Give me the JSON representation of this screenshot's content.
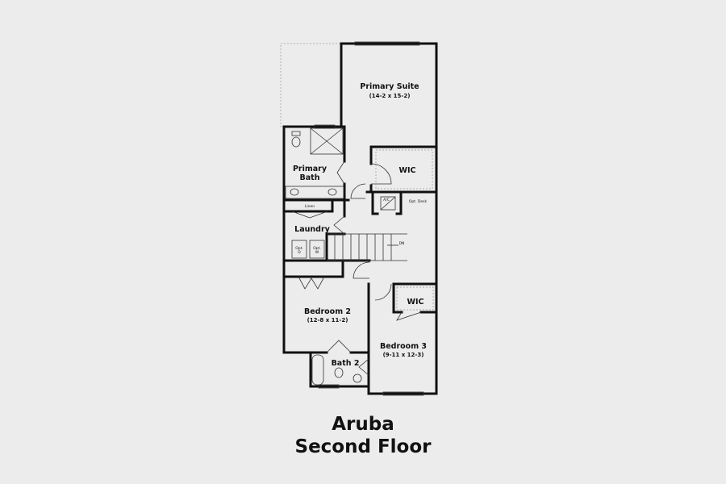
{
  "plan": {
    "rooms": {
      "primary_suite": {
        "name": "Primary Suite",
        "dims": "(14-2 x 15-2)"
      },
      "wic_primary": {
        "name": "WIC"
      },
      "primary_bath": {
        "line1": "Primary",
        "line2": "Bath"
      },
      "linen": {
        "name": "Linen"
      },
      "laundry": {
        "name": "Laundry"
      },
      "opt_dryer": {
        "line1": "Opt.",
        "line2": "D"
      },
      "opt_washer": {
        "line1": "Opt.",
        "line2": "W"
      },
      "ac": {
        "name": "A/C"
      },
      "opt_desk": {
        "name": "Opt. Desk"
      },
      "stairs": {
        "name": "DN"
      },
      "bedroom2": {
        "name": "Bedroom 2",
        "dims": "(12-8 x 11-2)"
      },
      "wic_bed3": {
        "name": "WIC"
      },
      "bedroom3": {
        "name": "Bedroom 3",
        "dims": "(9-11 x 12-3)"
      },
      "bath2": {
        "name": "Bath 2"
      }
    }
  },
  "caption": {
    "line1": "Aruba",
    "line2": "Second Floor"
  }
}
